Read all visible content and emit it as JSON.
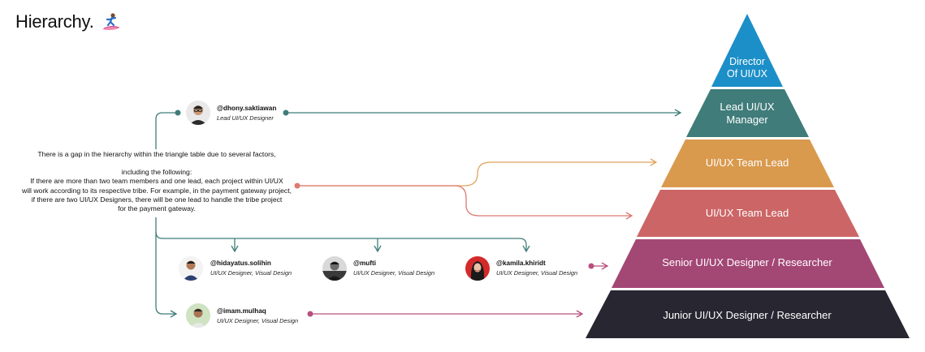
{
  "title": "Hierarchy.",
  "description": {
    "line1": "There is a gap in the hierarchy within the triangle table due to several factors,",
    "line2": "including the following:",
    "line3": "If there are more than two team members and one lead, each project within UI/UX",
    "line4": "will work according to its respective tribe. For example, in the payment gateway project,",
    "line5": "if there are two UI/UX Designers, there will be one lead to handle the tribe project",
    "line6": "for the payment gateway."
  },
  "people": {
    "dhony": {
      "handle": "@dhony.saktiawan",
      "role": "Lead UI/UX Designer"
    },
    "hidayatus": {
      "handle": "@hidayatus.solihin",
      "role": "UI/UX Designer, Visual Design"
    },
    "mufti": {
      "handle": "@mufti",
      "role": "UI/UX Designer, Visual Design"
    },
    "kamila": {
      "handle": "@kamila.khiridt",
      "role": "UI/UX Designer, Visual Design"
    },
    "imam": {
      "handle": "@imam.mulhaq",
      "role": "UI/UX Designer, Visual Design"
    }
  },
  "pyramid": {
    "director_line1": "Director",
    "director_line2": "Of UI/UX",
    "lead_manager_line1": "Lead UI/UX",
    "lead_manager_line2": "Manager",
    "team_lead_a": "UI/UX Team Lead",
    "team_lead_b": "UI/UX Team Lead",
    "senior": "Senior UI/UX Designer / Researcher",
    "junior": "Junior UI/UX Designer / Researcher"
  },
  "colors": {
    "director": "#1c8fc8",
    "lead_manager": "#3f7c7a",
    "team_lead_a": "#d99a4e",
    "team_lead_b": "#cc6566",
    "senior": "#a34775",
    "junior": "#272631",
    "teal_connector": "#3f7c7a",
    "orange_connector": "#e1a45c",
    "red_connector": "#de7a6f",
    "magenta_connector": "#b94f7e"
  }
}
